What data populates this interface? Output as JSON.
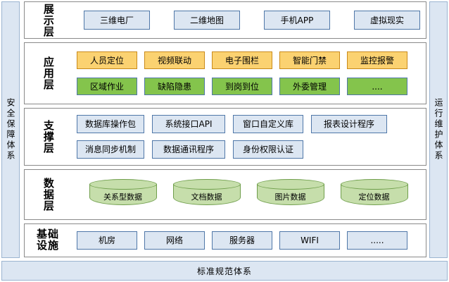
{
  "rails": {
    "left": {
      "name": "security-guarantee-system",
      "text": "安全保障体系"
    },
    "right": {
      "name": "operation-maintenance-system",
      "text": "运行维护体系"
    }
  },
  "bottom_bar": {
    "text": "标准规范体系"
  },
  "layers": [
    {
      "id": "presentation",
      "title": "展示层",
      "title_style": "vertical",
      "rows": [
        {
          "nodes": [
            {
              "label": "三维电厂",
              "style": "blue"
            },
            {
              "label": "二维地图",
              "style": "blue"
            },
            {
              "label": "手机APP",
              "style": "blue"
            },
            {
              "label": "虚拟现实",
              "style": "blue"
            }
          ]
        }
      ]
    },
    {
      "id": "application",
      "title": "应用层",
      "title_style": "vertical",
      "rows": [
        {
          "nodes": [
            {
              "label": "人员定位",
              "style": "yellow"
            },
            {
              "label": "视频联动",
              "style": "yellow"
            },
            {
              "label": "电子围栏",
              "style": "yellow"
            },
            {
              "label": "智能门禁",
              "style": "yellow"
            },
            {
              "label": "监控报警",
              "style": "yellow"
            }
          ]
        },
        {
          "nodes": [
            {
              "label": "区域作业",
              "style": "green"
            },
            {
              "label": "缺陷隐患",
              "style": "green"
            },
            {
              "label": "到岗到位",
              "style": "green"
            },
            {
              "label": "外委管理",
              "style": "green"
            },
            {
              "label": "....",
              "style": "green"
            }
          ]
        }
      ]
    },
    {
      "id": "support",
      "title": "支撑层",
      "title_style": "vertical",
      "rows": [
        {
          "nodes": [
            {
              "label": "数据库操作包",
              "style": "blue",
              "w": "w-s1"
            },
            {
              "label": "系统接口API",
              "style": "blue",
              "w": "w-s2"
            },
            {
              "label": "窗口自定义库",
              "style": "blue",
              "w": "w-s3"
            },
            {
              "label": "报表设计程序",
              "style": "blue",
              "w": "w-s4"
            }
          ]
        },
        {
          "nodes": [
            {
              "label": "消息同步机制",
              "style": "blue",
              "w": "w-s1"
            },
            {
              "label": "数据通讯程序",
              "style": "blue",
              "w": "w-s2"
            },
            {
              "label": "身份权限认证",
              "style": "blue",
              "w": "w-s3"
            }
          ]
        }
      ]
    },
    {
      "id": "data",
      "title": "数据层",
      "title_style": "vertical",
      "cylinders": [
        {
          "label": "关系型数据"
        },
        {
          "label": "文档数据"
        },
        {
          "label": "图片数据"
        },
        {
          "label": "定位数据"
        }
      ]
    },
    {
      "id": "infrastructure",
      "title": "基础设施",
      "title_style": "grid",
      "rows": [
        {
          "nodes": [
            {
              "label": "机房",
              "style": "blue"
            },
            {
              "label": "网络",
              "style": "blue"
            },
            {
              "label": "服务器",
              "style": "blue"
            },
            {
              "label": "WIFI",
              "style": "blue"
            },
            {
              "label": ".....",
              "style": "blue"
            }
          ]
        }
      ]
    }
  ],
  "colors": {
    "pale_blue": "#dce6f2",
    "blue_border": "#4f77a8",
    "amber": "#fbd271",
    "amber_border": "#c98a1a",
    "green": "#84c44c",
    "cylinder_green": "#c6deab",
    "cylinder_green_border": "#6f9e4b",
    "layer_border": "#8a8a8a",
    "rail_border": "#9bb4d0"
  }
}
